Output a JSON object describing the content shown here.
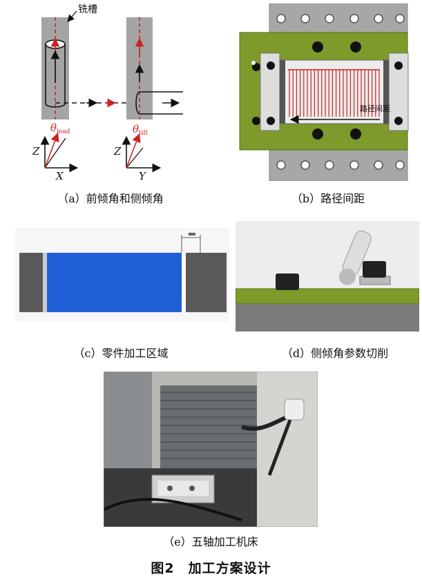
{
  "panel_a": {
    "groove_label": "铣槽",
    "theta_lead_symbol": "θ",
    "theta_lead_sub": "lead",
    "theta_tilt_symbol": "θ",
    "theta_tilt_sub": "tilt",
    "axis_z1": "Z",
    "axis_x": "X",
    "axis_z2": "Z",
    "axis_y": "Y",
    "caption": "（a）前倾角和侧倾角"
  },
  "panel_b": {
    "spacing_label": "路径间距",
    "caption": "（b）路径间距"
  },
  "panel_c": {
    "caption": "（c）零件加工区域"
  },
  "panel_d": {
    "caption": "（d）侧倾角参数切削"
  },
  "panel_e": {
    "caption": "（e）五轴加工机床"
  },
  "figure_title": "图2　加工方案设计",
  "colors": {
    "gray_block": "#a4a4a4",
    "red_line": "#cc2222",
    "green_plate": "#7d9a2a",
    "blue_region": "#1f5fd8"
  }
}
